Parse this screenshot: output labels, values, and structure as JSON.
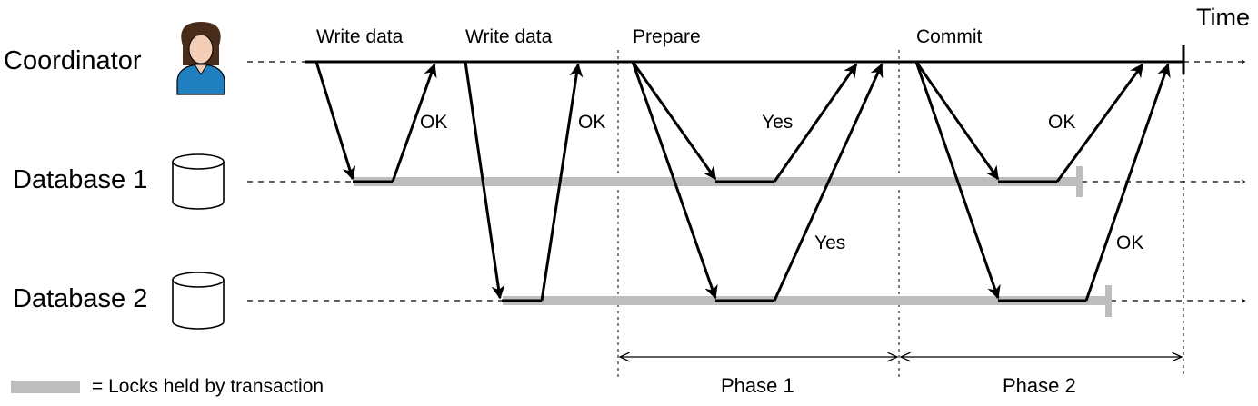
{
  "time_label": "Time",
  "participants": {
    "coordinator": "Coordinator",
    "db1": "Database 1",
    "db2": "Database 2"
  },
  "messages": {
    "write1": "Write data",
    "write2": "Write data",
    "prepare": "Prepare",
    "commit": "Commit",
    "ok1": "OK",
    "ok2": "OK",
    "yes1": "Yes",
    "yes2": "Yes",
    "ok_commit1": "OK",
    "ok_commit2": "OK"
  },
  "phases": {
    "phase1": "Phase 1",
    "phase2": "Phase 2"
  },
  "legend": {
    "text": "= Locks held by transaction"
  },
  "colors": {
    "lock": "#bdbdbd",
    "avatar_shirt": "#1f7fbf",
    "avatar_hair": "#4a2c1a",
    "avatar_skin": "#f3cdb5"
  }
}
